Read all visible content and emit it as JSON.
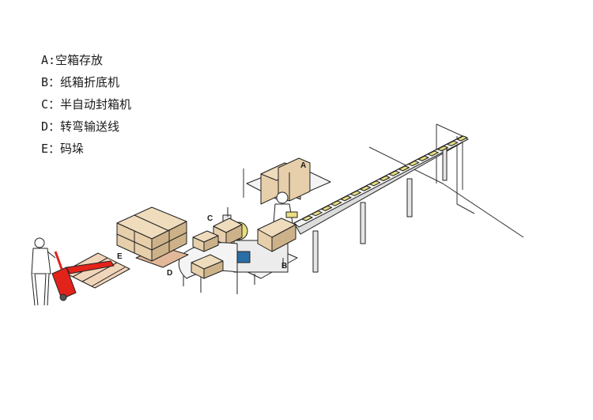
{
  "legend": [
    {
      "letter": "A",
      "text": "A:空箱存放"
    },
    {
      "letter": "B",
      "text": "B：纸箱折底机"
    },
    {
      "letter": "C",
      "text": "C：半自动封箱机"
    },
    {
      "letter": "D",
      "text": "D：转弯输送线"
    },
    {
      "letter": "E",
      "text": "E：码垛"
    }
  ],
  "markers": {
    "a": "A",
    "b": "B",
    "c": "C",
    "d": "D",
    "e": "E"
  },
  "colors": {
    "box": "#e6cfaa",
    "box_dark": "#cdb289",
    "product": "#e9de7f",
    "pallet": "#f1d5ba",
    "truck": "#e2231a",
    "steel": "#dcdcdc",
    "line": "#222222"
  }
}
